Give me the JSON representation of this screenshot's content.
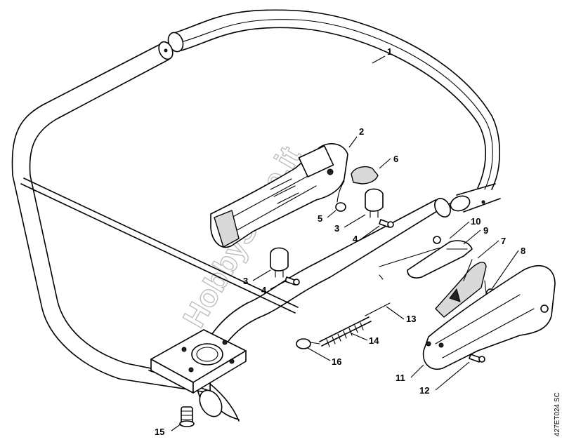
{
  "watermark": "HobbyStore.it",
  "reference_code": "427ET024 SC",
  "callouts": {
    "c1": "1",
    "c2": "2",
    "c3a": "3",
    "c3b": "3",
    "c4a": "4",
    "c4b": "4",
    "c5": "5",
    "c6": "6",
    "c7": "7",
    "c8": "8",
    "c9": "9",
    "c10": "10",
    "c11": "11",
    "c12": "12",
    "c13": "13",
    "c14": "14",
    "c15": "15",
    "c16": "16"
  }
}
